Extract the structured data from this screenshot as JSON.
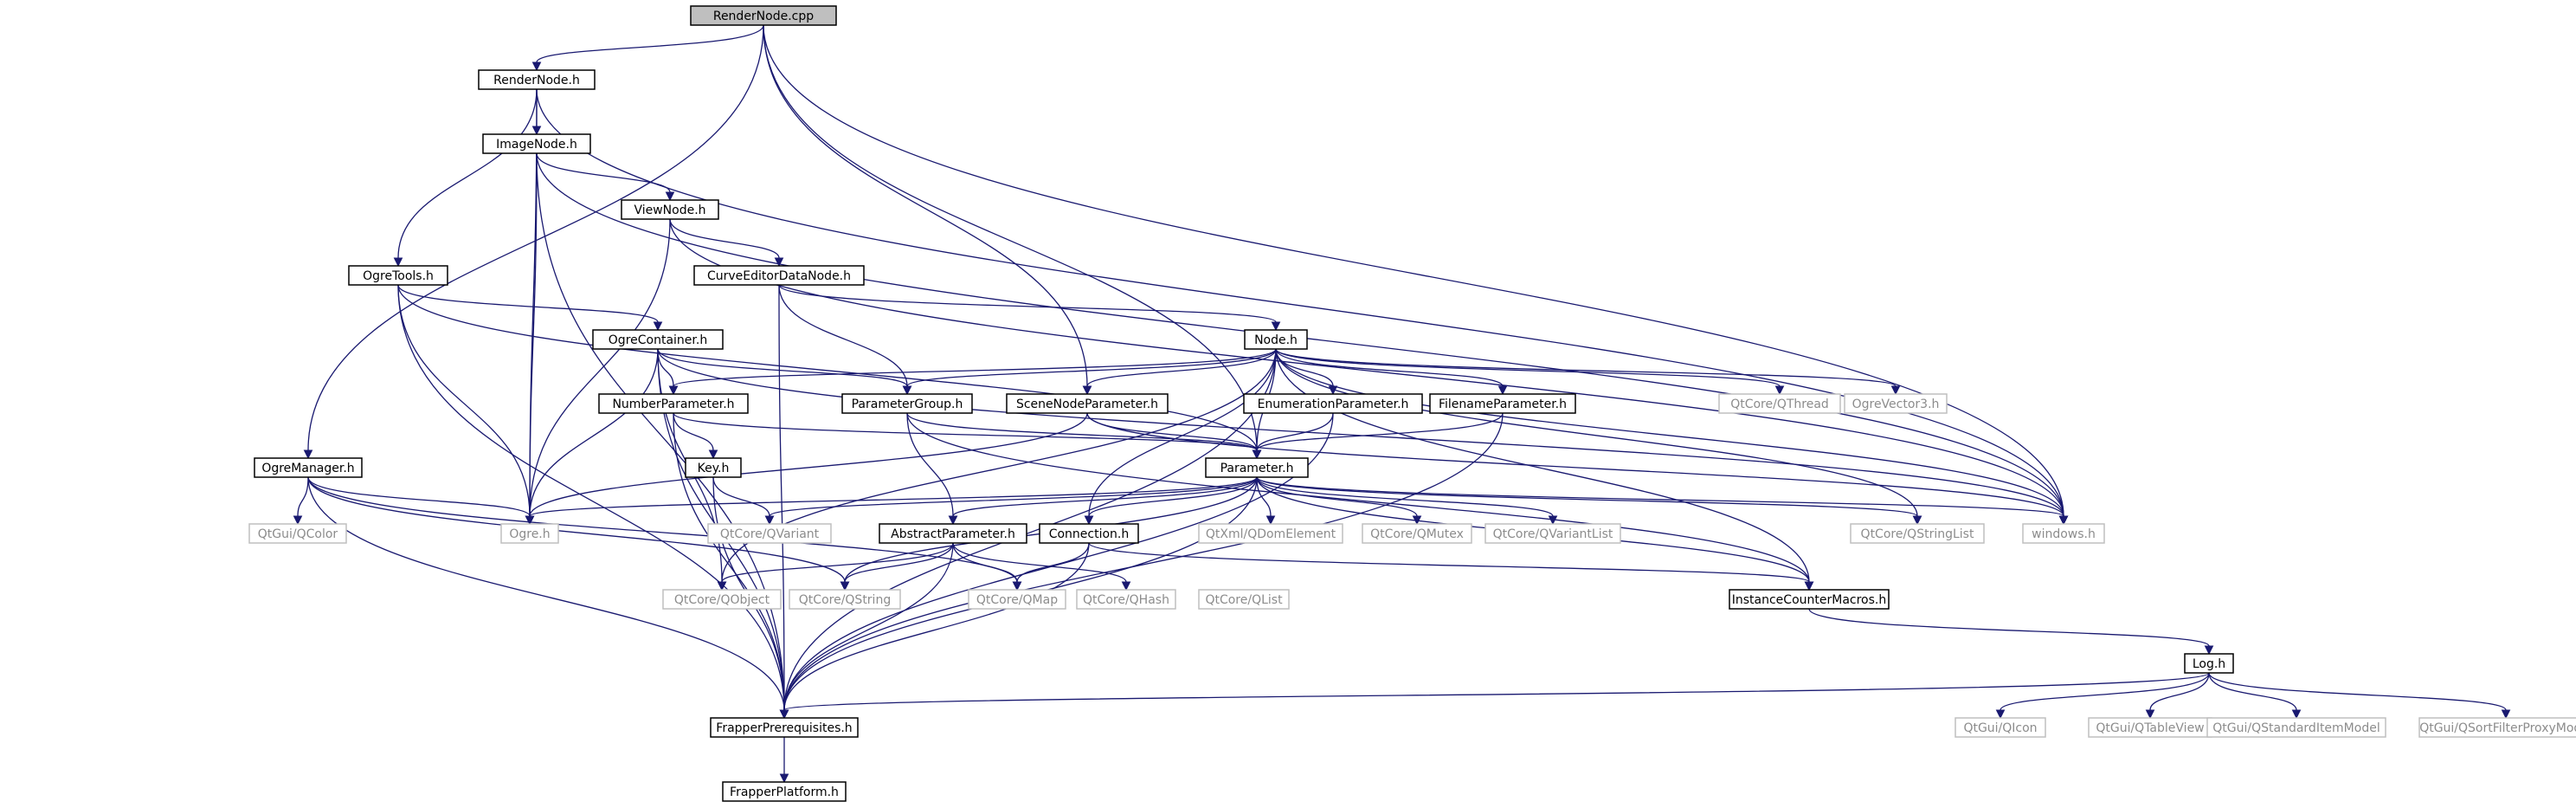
{
  "colors": {
    "edge": "#191970",
    "node_border": "#000000",
    "external_border": "#bfbfbf",
    "external_text": "#8c8c8c",
    "root_fill": "#bfbfbf"
  },
  "nodes": [
    {
      "id": "rendernode_cpp",
      "label": "RenderNode.cpp",
      "kind": "root"
    },
    {
      "id": "rendernode_h",
      "label": "RenderNode.h",
      "kind": "documented"
    },
    {
      "id": "imagenode_h",
      "label": "ImageNode.h",
      "kind": "documented"
    },
    {
      "id": "viewnode_h",
      "label": "ViewNode.h",
      "kind": "documented"
    },
    {
      "id": "ogretools_h",
      "label": "OgreTools.h",
      "kind": "documented"
    },
    {
      "id": "curveeditor_h",
      "label": "CurveEditorDataNode.h",
      "kind": "documented"
    },
    {
      "id": "node_h",
      "label": "Node.h",
      "kind": "documented"
    },
    {
      "id": "ogrecontainer_h",
      "label": "OgreContainer.h",
      "kind": "documented"
    },
    {
      "id": "numberparameter_h",
      "label": "NumberParameter.h",
      "kind": "documented"
    },
    {
      "id": "parametergroup_h",
      "label": "ParameterGroup.h",
      "kind": "documented"
    },
    {
      "id": "sceneparam_h",
      "label": "SceneNodeParameter.h",
      "kind": "documented"
    },
    {
      "id": "enumparam_h",
      "label": "EnumerationParameter.h",
      "kind": "documented"
    },
    {
      "id": "filenameparam_h",
      "label": "FilenameParameter.h",
      "kind": "documented"
    },
    {
      "id": "qthread",
      "label": "QtCore/QThread",
      "kind": "external"
    },
    {
      "id": "ogrevector3",
      "label": "OgreVector3.h",
      "kind": "external"
    },
    {
      "id": "ogremanager_h",
      "label": "OgreManager.h",
      "kind": "documented"
    },
    {
      "id": "key_h",
      "label": "Key.h",
      "kind": "documented"
    },
    {
      "id": "parameter_h",
      "label": "Parameter.h",
      "kind": "documented"
    },
    {
      "id": "qcolor",
      "label": "QtGui/QColor",
      "kind": "external"
    },
    {
      "id": "ogre_h",
      "label": "Ogre.h",
      "kind": "external"
    },
    {
      "id": "qvariant",
      "label": "QtCore/QVariant",
      "kind": "external"
    },
    {
      "id": "abstractparam_h",
      "label": "AbstractParameter.h",
      "kind": "documented"
    },
    {
      "id": "connection_h",
      "label": "Connection.h",
      "kind": "documented"
    },
    {
      "id": "qdomelement",
      "label": "QtXml/QDomElement",
      "kind": "external"
    },
    {
      "id": "qmutex",
      "label": "QtCore/QMutex",
      "kind": "external"
    },
    {
      "id": "qvariantlist",
      "label": "QtCore/QVariantList",
      "kind": "external"
    },
    {
      "id": "qstringlist",
      "label": "QtCore/QStringList",
      "kind": "external"
    },
    {
      "id": "windows_h",
      "label": "windows.h",
      "kind": "external"
    },
    {
      "id": "qobject",
      "label": "QtCore/QObject",
      "kind": "external"
    },
    {
      "id": "qstring",
      "label": "QtCore/QString",
      "kind": "external"
    },
    {
      "id": "qmap",
      "label": "QtCore/QMap",
      "kind": "external"
    },
    {
      "id": "qhash",
      "label": "QtCore/QHash",
      "kind": "external"
    },
    {
      "id": "qlist",
      "label": "QtCore/QList",
      "kind": "external"
    },
    {
      "id": "instancecounter_h",
      "label": "InstanceCounterMacros.h",
      "kind": "documented"
    },
    {
      "id": "log_h",
      "label": "Log.h",
      "kind": "documented"
    },
    {
      "id": "frapperprereq_h",
      "label": "FrapperPrerequisites.h",
      "kind": "documented"
    },
    {
      "id": "qicon",
      "label": "QtGui/QIcon",
      "kind": "external"
    },
    {
      "id": "qtableview",
      "label": "QtGui/QTableView",
      "kind": "external"
    },
    {
      "id": "qstditemmodel",
      "label": "QtGui/QStandardItemModel",
      "kind": "external"
    },
    {
      "id": "qsortfilter",
      "label": "QtGui/QSortFilterProxyModel",
      "kind": "external"
    },
    {
      "id": "frapperplatform_h",
      "label": "FrapperPlatform.h",
      "kind": "documented"
    }
  ],
  "edges": [
    [
      "rendernode_cpp",
      "rendernode_h"
    ],
    [
      "rendernode_cpp",
      "ogremanager_h"
    ],
    [
      "rendernode_cpp",
      "sceneparam_h"
    ],
    [
      "rendernode_cpp",
      "parameter_h"
    ],
    [
      "rendernode_cpp",
      "windows_h"
    ],
    [
      "rendernode_h",
      "imagenode_h"
    ],
    [
      "rendernode_h",
      "ogretools_h"
    ],
    [
      "rendernode_h",
      "ogre_h"
    ],
    [
      "rendernode_h",
      "windows_h"
    ],
    [
      "imagenode_h",
      "viewnode_h"
    ],
    [
      "imagenode_h",
      "ogre_h"
    ],
    [
      "imagenode_h",
      "frapperprereq_h"
    ],
    [
      "imagenode_h",
      "windows_h"
    ],
    [
      "viewnode_h",
      "curveeditor_h"
    ],
    [
      "viewnode_h",
      "ogre_h"
    ],
    [
      "viewnode_h",
      "windows_h"
    ],
    [
      "ogretools_h",
      "ogrecontainer_h"
    ],
    [
      "ogretools_h",
      "ogre_h"
    ],
    [
      "ogretools_h",
      "frapperprereq_h"
    ],
    [
      "ogretools_h",
      "parameter_h"
    ],
    [
      "curveeditor_h",
      "node_h"
    ],
    [
      "curveeditor_h",
      "parametergroup_h"
    ],
    [
      "curveeditor_h",
      "frapperprereq_h"
    ],
    [
      "node_h",
      "numberparameter_h"
    ],
    [
      "node_h",
      "parametergroup_h"
    ],
    [
      "node_h",
      "sceneparam_h"
    ],
    [
      "node_h",
      "enumparam_h"
    ],
    [
      "node_h",
      "filenameparam_h"
    ],
    [
      "node_h",
      "qthread"
    ],
    [
      "node_h",
      "ogrevector3"
    ],
    [
      "node_h",
      "parameter_h"
    ],
    [
      "node_h",
      "connection_h"
    ],
    [
      "node_h",
      "instancecounter_h"
    ],
    [
      "node_h",
      "qstringlist"
    ],
    [
      "node_h",
      "windows_h"
    ],
    [
      "node_h",
      "qobject"
    ],
    [
      "node_h",
      "frapperprereq_h"
    ],
    [
      "ogrecontainer_h",
      "numberparameter_h"
    ],
    [
      "ogrecontainer_h",
      "parametergroup_h"
    ],
    [
      "ogrecontainer_h",
      "ogre_h"
    ],
    [
      "ogrecontainer_h",
      "qobject"
    ],
    [
      "ogrecontainer_h",
      "frapperprereq_h"
    ],
    [
      "ogrecontainer_h",
      "windows_h"
    ],
    [
      "numberparameter_h",
      "key_h"
    ],
    [
      "numberparameter_h",
      "parameter_h"
    ],
    [
      "numberparameter_h",
      "frapperprereq_h"
    ],
    [
      "parametergroup_h",
      "parameter_h"
    ],
    [
      "parametergroup_h",
      "abstractparam_h"
    ],
    [
      "parametergroup_h",
      "instancecounter_h"
    ],
    [
      "sceneparam_h",
      "parameter_h"
    ],
    [
      "sceneparam_h",
      "ogre_h"
    ],
    [
      "sceneparam_h",
      "windows_h"
    ],
    [
      "enumparam_h",
      "parameter_h"
    ],
    [
      "enumparam_h",
      "frapperprereq_h"
    ],
    [
      "filenameparam_h",
      "parameter_h"
    ],
    [
      "filenameparam_h",
      "frapperprereq_h"
    ],
    [
      "ogremanager_h",
      "qcolor"
    ],
    [
      "ogremanager_h",
      "ogre_h"
    ],
    [
      "ogremanager_h",
      "qmap"
    ],
    [
      "ogremanager_h",
      "qstring"
    ],
    [
      "ogremanager_h",
      "frapperprereq_h"
    ],
    [
      "key_h",
      "qvariant"
    ],
    [
      "key_h",
      "frapperprereq_h"
    ],
    [
      "parameter_h",
      "ogre_h"
    ],
    [
      "parameter_h",
      "qvariant"
    ],
    [
      "parameter_h",
      "abstractparam_h"
    ],
    [
      "parameter_h",
      "connection_h"
    ],
    [
      "parameter_h",
      "qdomelement"
    ],
    [
      "parameter_h",
      "qmutex"
    ],
    [
      "parameter_h",
      "qvariantlist"
    ],
    [
      "parameter_h",
      "qstringlist"
    ],
    [
      "parameter_h",
      "windows_h"
    ],
    [
      "parameter_h",
      "instancecounter_h"
    ],
    [
      "parameter_h",
      "qstring"
    ],
    [
      "parameter_h",
      "frapperprereq_h"
    ],
    [
      "abstractparam_h",
      "qobject"
    ],
    [
      "abstractparam_h",
      "qstring"
    ],
    [
      "abstractparam_h",
      "qmap"
    ],
    [
      "abstractparam_h",
      "qhash"
    ],
    [
      "abstractparam_h",
      "frapperprereq_h"
    ],
    [
      "connection_h",
      "qmap"
    ],
    [
      "connection_h",
      "instancecounter_h"
    ],
    [
      "connection_h",
      "frapperprereq_h"
    ],
    [
      "instancecounter_h",
      "log_h"
    ],
    [
      "log_h",
      "frapperprereq_h"
    ],
    [
      "log_h",
      "qicon"
    ],
    [
      "log_h",
      "qtableview"
    ],
    [
      "log_h",
      "qstditemmodel"
    ],
    [
      "log_h",
      "qsortfilter"
    ],
    [
      "frapperprereq_h",
      "frapperplatform_h"
    ]
  ]
}
